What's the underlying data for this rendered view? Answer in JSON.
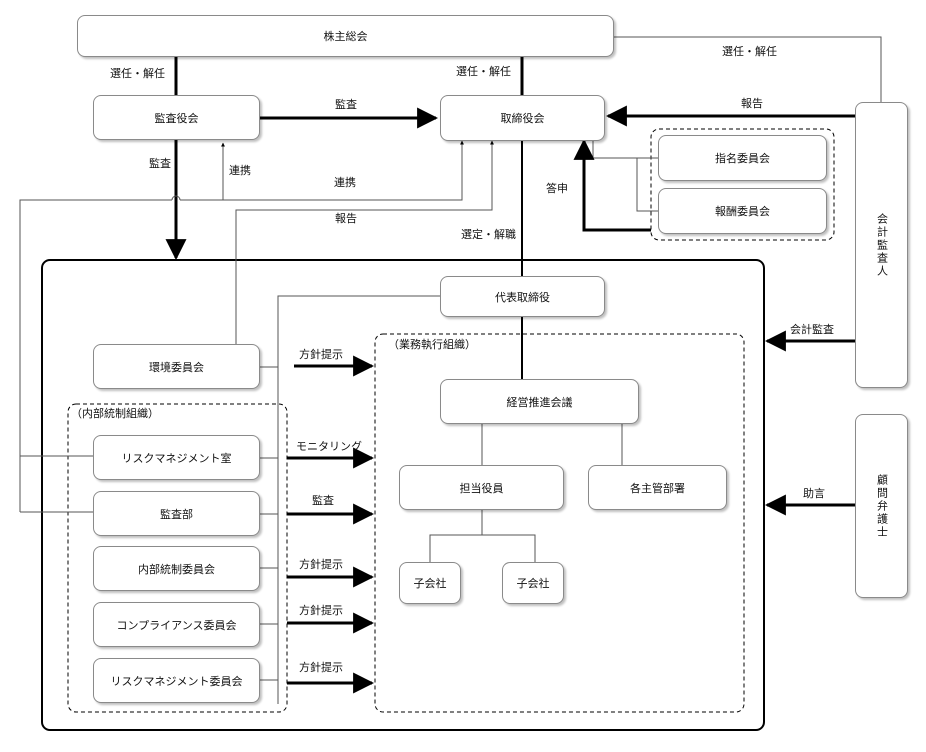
{
  "boxes": {
    "shareholders": "株主総会",
    "audit_board": "監査役会",
    "board": "取締役会",
    "nomination": "指名委員会",
    "compensation": "報酬委員会",
    "accounting_auditor": "会計監査人",
    "legal_advisor": "顧問弁護士",
    "representative": "代表取締役",
    "environment": "環境委員会",
    "risk_office": "リスクマネジメント室",
    "audit_dept": "監査部",
    "internal_control_committee": "内部統制委員会",
    "compliance_committee": "コンプライアンス委員会",
    "risk_committee": "リスクマネジメント委員会",
    "management_meeting": "経営推進会議",
    "officer": "担当役員",
    "departments": "各主管部署",
    "subsidiary_a": "子会社",
    "subsidiary_b": "子会社"
  },
  "groups": {
    "internal_control": "（内部統制組織）",
    "business_execution": "（業務執行組織）"
  },
  "labels": {
    "elect_dismiss_left": "選任・解任",
    "elect_dismiss_mid": "選任・解任",
    "elect_dismiss_right": "選任・解任",
    "audit_to_board": "監査",
    "report_from_auditor": "報告",
    "audit_down": "監査",
    "cooperate_up": "連携",
    "cooperate_long": "連携",
    "report_env": "報告",
    "answer": "答申",
    "appoint_dismiss": "選定・解職",
    "accounting_audit": "会計監査",
    "advice": "助言",
    "policy_env": "方針提示",
    "monitoring": "モニタリング",
    "audit_dept_arrow": "監査",
    "policy_internal": "方針提示",
    "policy_compliance": "方針提示",
    "policy_risk": "方針提示"
  }
}
